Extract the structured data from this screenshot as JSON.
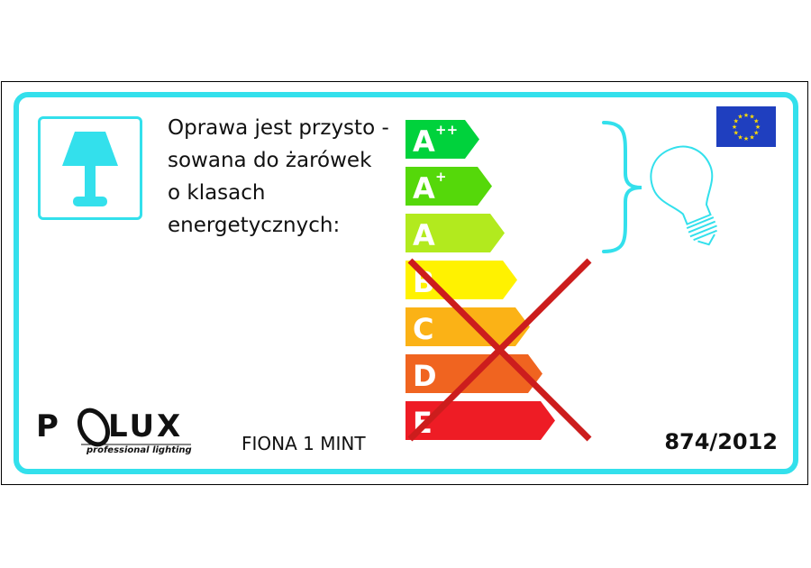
{
  "description_lines": [
    "Oprawa jest przysto -",
    "sowana do żarówek",
    "o klasach",
    "energetycznych:"
  ],
  "energy_classes": [
    {
      "letter": "A",
      "sup": "++",
      "color": "#00d23c",
      "compatible": true
    },
    {
      "letter": "A",
      "sup": "+",
      "color": "#55d80a",
      "compatible": true
    },
    {
      "letter": "A",
      "sup": "",
      "color": "#b2ea1e",
      "compatible": true
    },
    {
      "letter": "B",
      "sup": "",
      "color": "#fff200",
      "compatible": false
    },
    {
      "letter": "C",
      "sup": "",
      "color": "#fbb216",
      "compatible": false
    },
    {
      "letter": "D",
      "sup": "",
      "color": "#f06420",
      "compatible": false
    },
    {
      "letter": "E",
      "sup": "",
      "color": "#ee1c25",
      "compatible": false
    }
  ],
  "brand": {
    "name": "POLUX",
    "tagline": "professional lighting"
  },
  "model_name": "FIONA 1 MINT",
  "regulation": "874/2012",
  "colors": {
    "accent": "#33e0ec",
    "cross": "#cc1d1d",
    "eu_blue": "#1f3fbf",
    "eu_star": "#ffdd00"
  },
  "icons": [
    "table-lamp-icon",
    "light-bulb-icon",
    "eu-flag-icon",
    "curly-bracket-icon",
    "cross-out-mark"
  ]
}
